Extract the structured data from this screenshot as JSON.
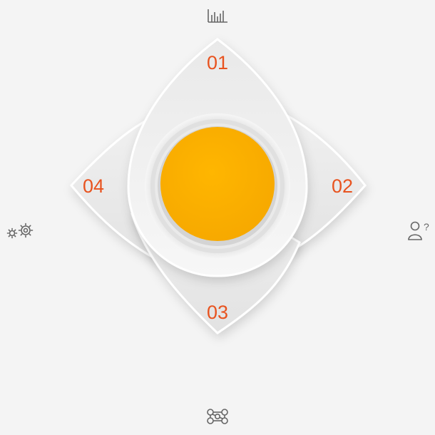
{
  "steps": [
    {
      "label": "01",
      "icon": "bar-chart-icon"
    },
    {
      "label": "02",
      "icon": "user-question-icon"
    },
    {
      "label": "03",
      "icon": "network-nodes-icon"
    },
    {
      "label": "04",
      "icon": "gears-icon"
    }
  ],
  "colors": {
    "background": "#f4f4f4",
    "petal": "#ececec",
    "number": "#e8531f",
    "center": "#fbb100",
    "icon": "#666666"
  }
}
